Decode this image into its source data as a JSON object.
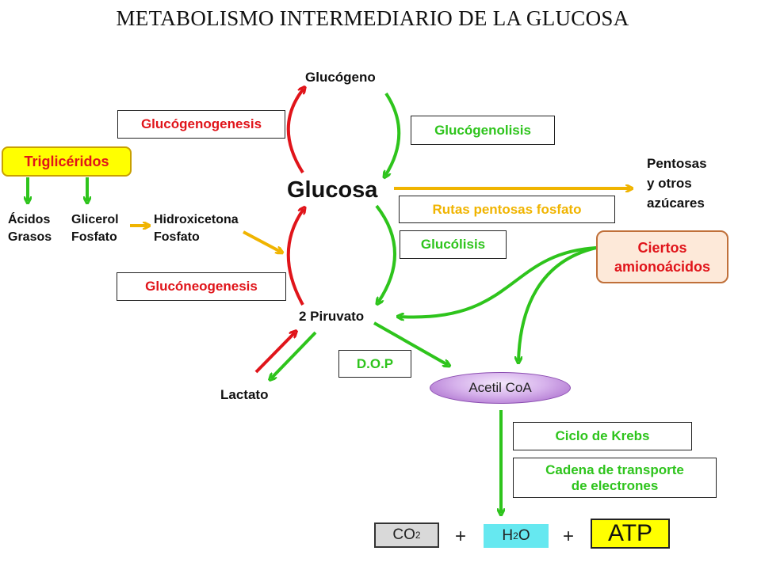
{
  "title": "METABOLISMO INTERMEDIARIO DE LA GLUCOSA",
  "nodes": {
    "glucogeno": "Glucógeno",
    "glucosa": "Glucosa",
    "piruvato": "2 Piruvato",
    "lactato": "Lactato",
    "pentosas": "Pentosas\ny otros\nazúcares",
    "acidos_grasos": "Ácidos\nGrasos",
    "glicerol_fosfato": "Glicerol\nFosfato",
    "hidroxicetona_fosfato": "Hidroxicetona\nFosfato",
    "acetil_coa": "Acetil CoA"
  },
  "boxes": {
    "trigliceridos": "Triglicéridos",
    "glucogenogenesis": "Glucógenogenesis",
    "glucogenolisis": "Glucógenolisis",
    "rutas_pentosas": "Rutas pentosas fosfato",
    "glucolisis": "Glucólisis",
    "gluconeogenesis": "Glucóneogenesis",
    "ciertos_aminoacidos": "Ciertos\namionoácidos",
    "dop": "D.O.P",
    "ciclo_krebs": "Ciclo de Krebs",
    "cadena_transporte": "Cadena de transporte\nde electrones"
  },
  "products": {
    "co2_base": "CO",
    "co2_sub": "2",
    "h2o_h": "H",
    "h2o_sub": "2",
    "h2o_o": "O",
    "atp": "ATP",
    "plus": "+"
  },
  "colors": {
    "red": "#e0141a",
    "green": "#2ec41c",
    "gold": "#f0b400",
    "yellow_fill": "#ffff00",
    "peach_fill": "#fde9d9",
    "cyan_fill": "#66e8f0",
    "gray_fill": "#d9d9d9"
  }
}
